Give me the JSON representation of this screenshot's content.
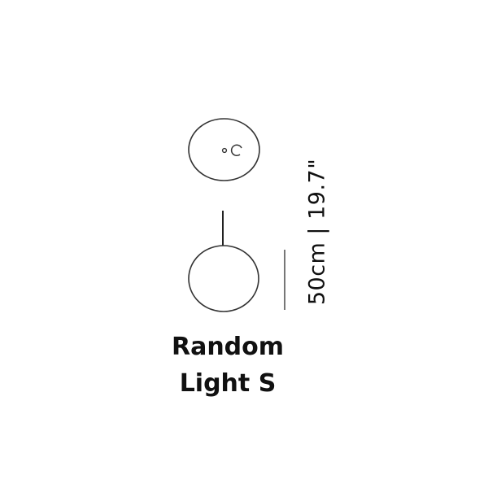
{
  "diagram": {
    "product_name_line1": "Random",
    "product_name_line2": "Light S",
    "dimension_label": "50cm | 19.7\"",
    "views": [
      {
        "name": "top-view",
        "shape": "circle",
        "detail": "ceiling canopy marks"
      },
      {
        "name": "side-view",
        "shape": "sphere on pendant cord"
      }
    ],
    "colors": {
      "line": "#333333",
      "dimension_line": "#777777",
      "text": "#111111"
    }
  }
}
